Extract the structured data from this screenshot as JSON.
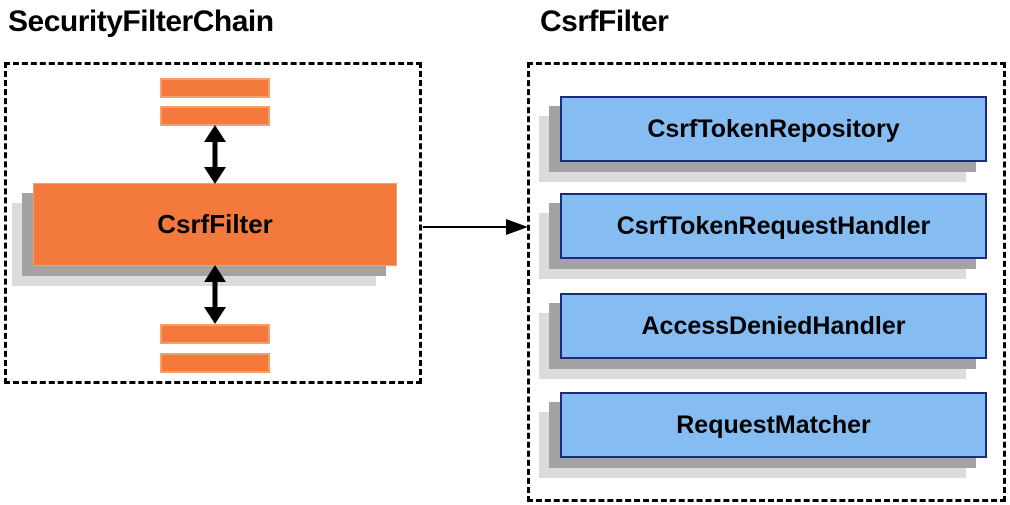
{
  "left_panel": {
    "title": "SecurityFilterChain",
    "filter_label": "CsrfFilter"
  },
  "right_panel": {
    "title": "CsrfFilter",
    "components": [
      "CsrfTokenRepository",
      "CsrfTokenRequestHandler",
      "AccessDeniedHandler",
      "RequestMatcher"
    ]
  },
  "colors": {
    "orange-fill": "#F4793C",
    "orange-border": "#F59F6F",
    "blue-fill": "#85BCF2",
    "blue-border": "#1B2C7E",
    "shadow-dark": "#A3A3A3",
    "shadow-light": "#DCDCDC",
    "arrow": "#000000",
    "frame": "#000000",
    "bg": "#FFFFFF",
    "text": "#000000"
  }
}
